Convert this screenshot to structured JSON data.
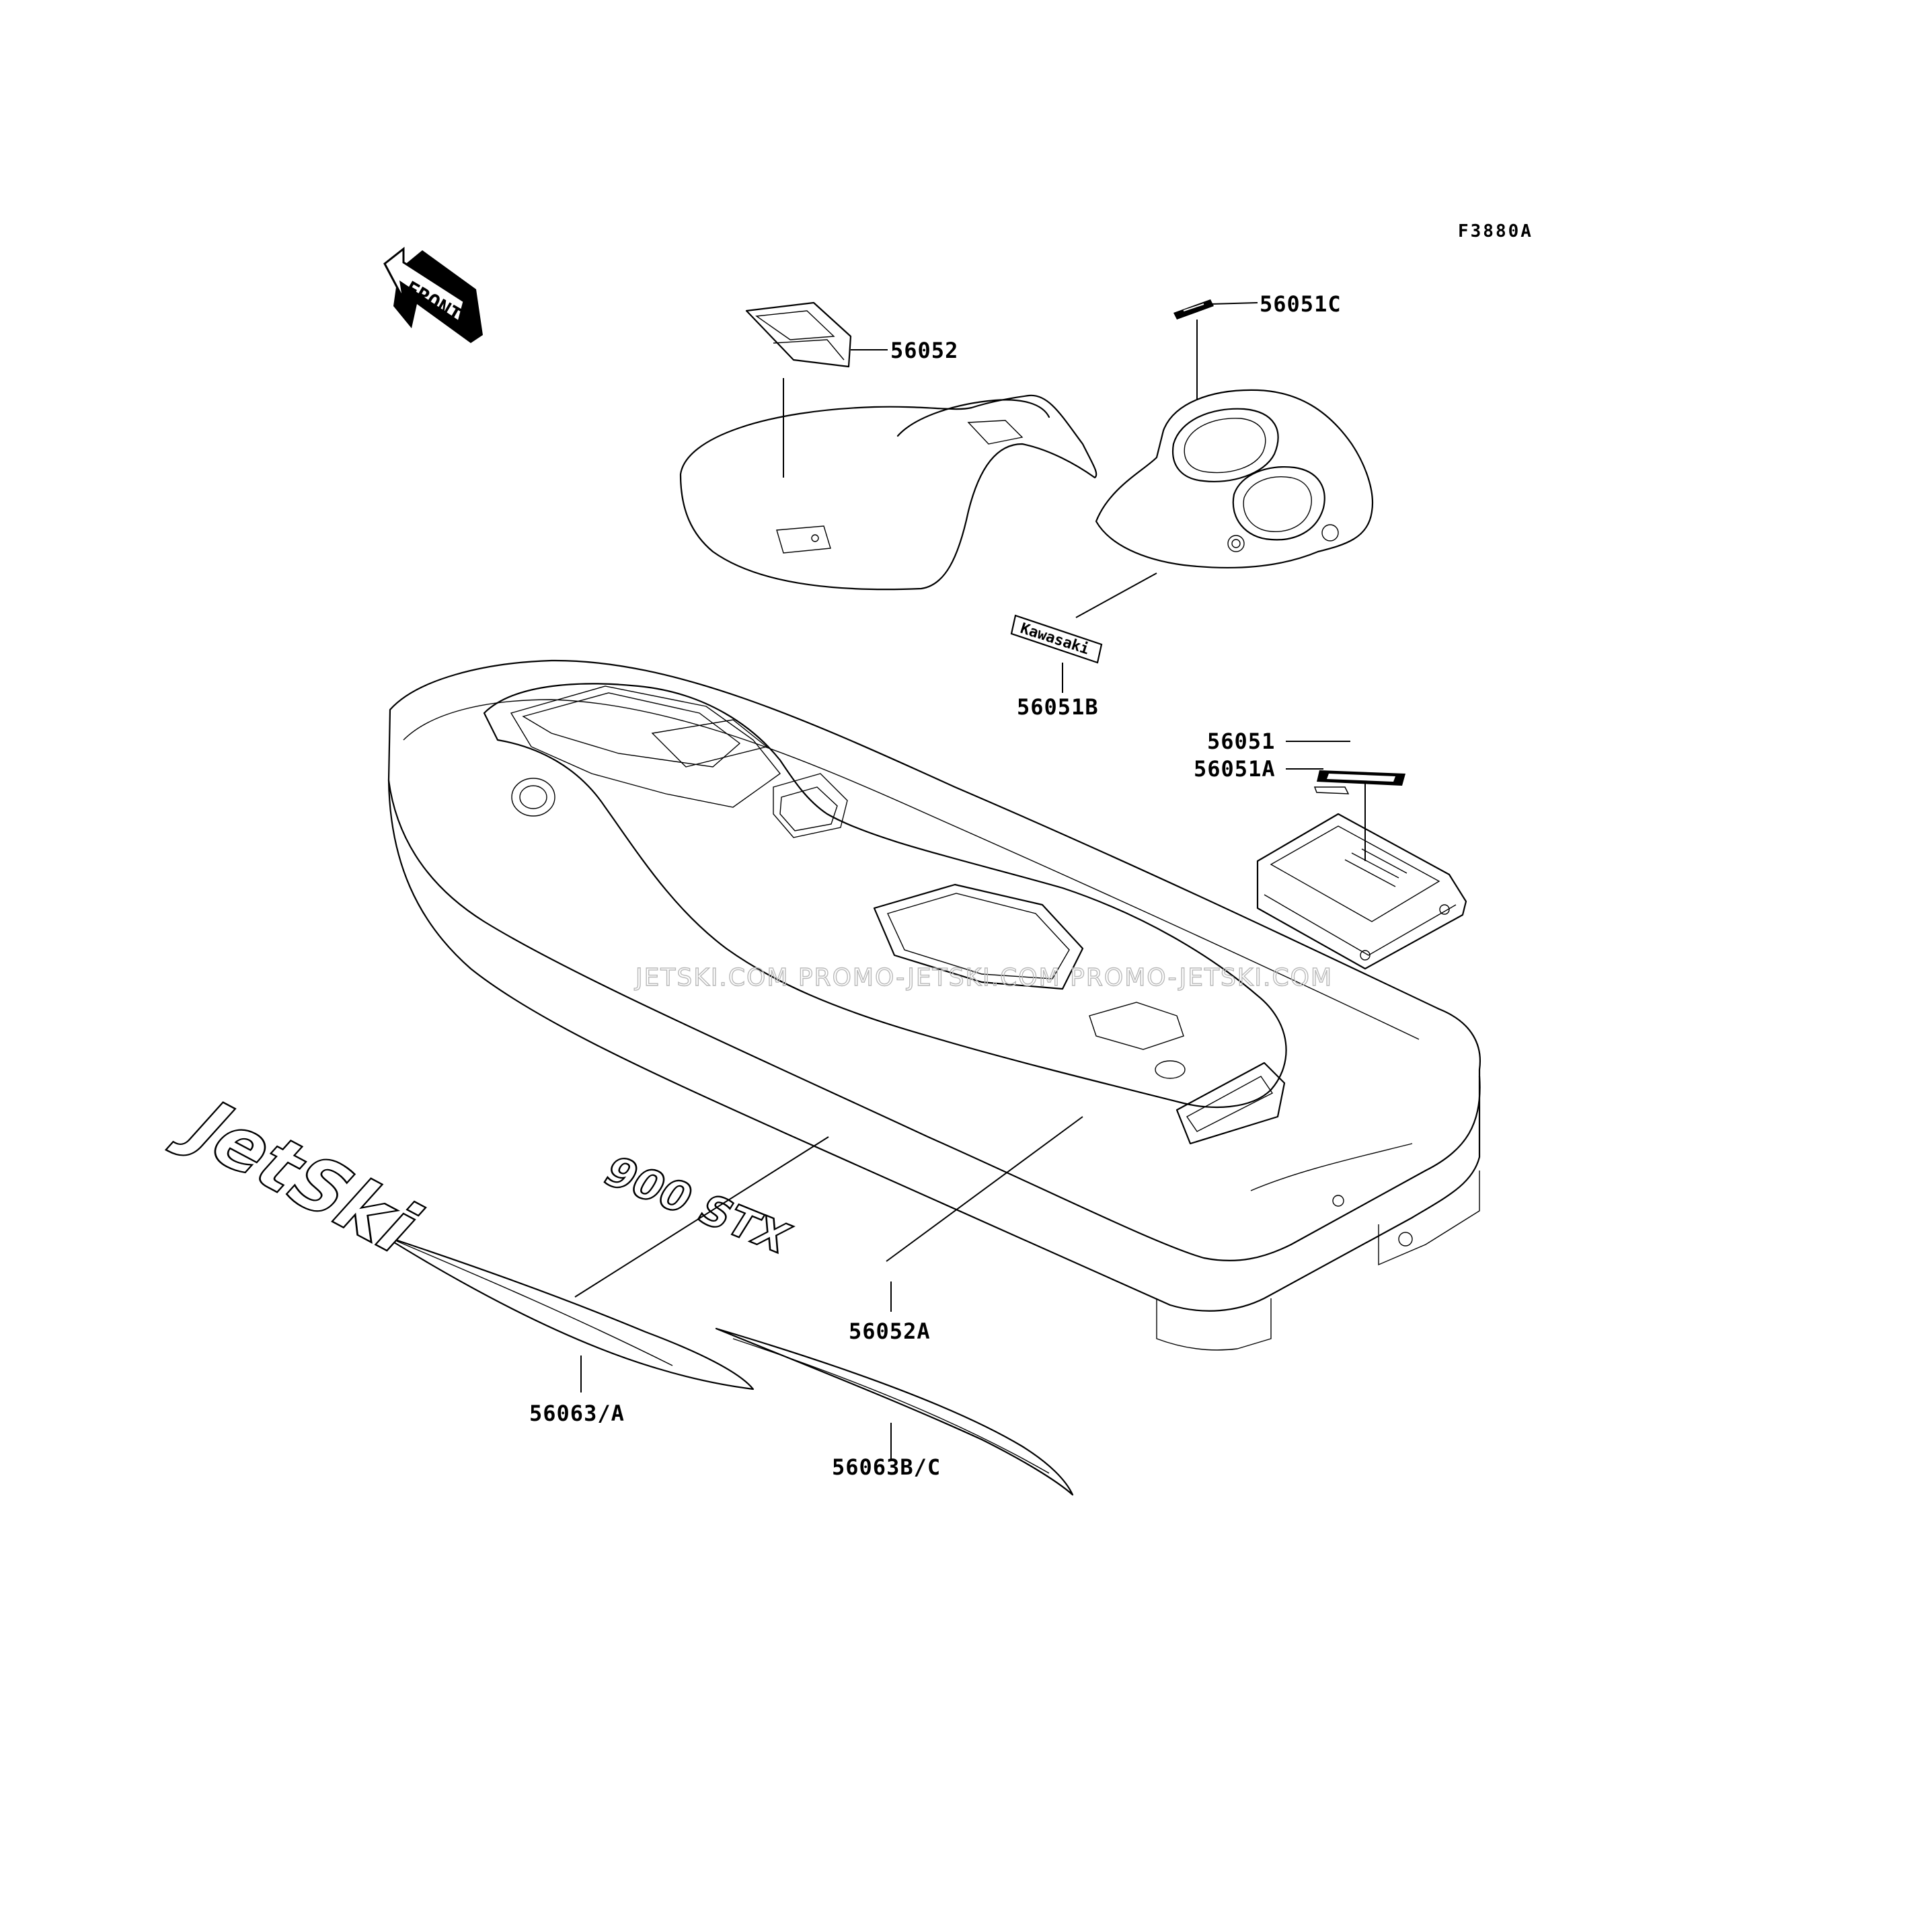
{
  "diagram_code": "F3880A",
  "front_arrow_label": "FRONT",
  "watermark": "JETSKI.COM  PROMO-JETSKI.COM  PROMO-JETSKI.COM",
  "decals": {
    "kawasaki": "Kawasaki",
    "jetski": "JetSki",
    "stx": "900 STX"
  },
  "parts": [
    {
      "number": "56052"
    },
    {
      "number": "56051C"
    },
    {
      "number": "56051B"
    },
    {
      "number": "56051"
    },
    {
      "number": "56051A"
    },
    {
      "number": "56052A"
    },
    {
      "number": "56063/A"
    },
    {
      "number": "56063B/C"
    }
  ]
}
